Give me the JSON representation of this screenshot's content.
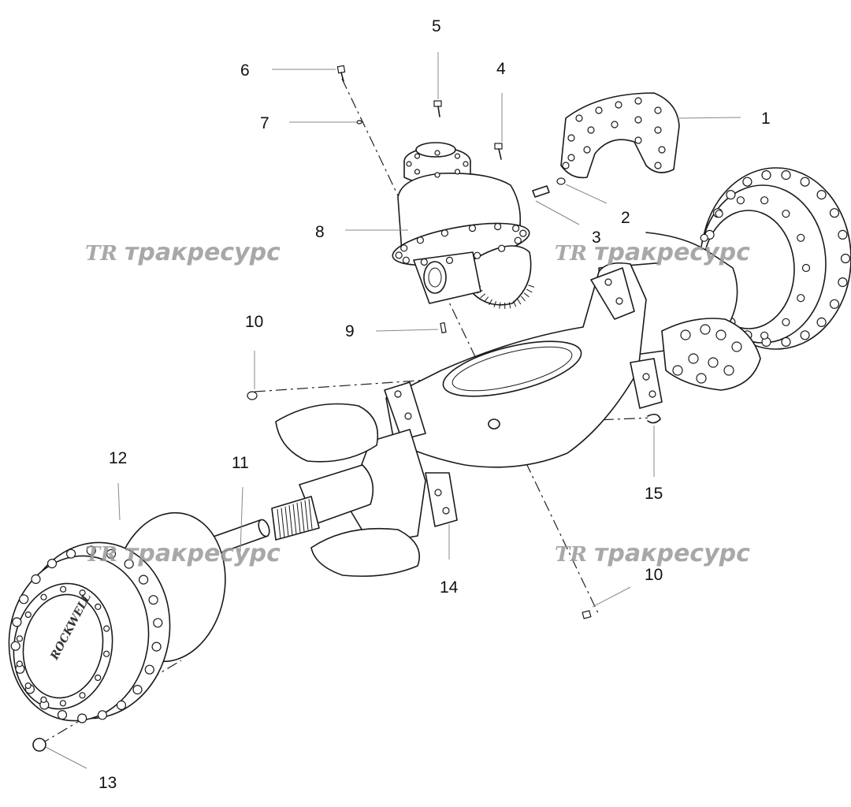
{
  "watermark": {
    "brand": "тракресурс",
    "logo": "TR"
  },
  "callouts": [
    "1",
    "2",
    "3",
    "4",
    "5",
    "6",
    "7",
    "8",
    "9",
    "10",
    "10",
    "11",
    "12",
    "13",
    "14",
    "15"
  ],
  "colors": {
    "line": "#1a1a1a",
    "leader": "#888888",
    "watermark": "#9a9a9a",
    "background": "#ffffff"
  }
}
